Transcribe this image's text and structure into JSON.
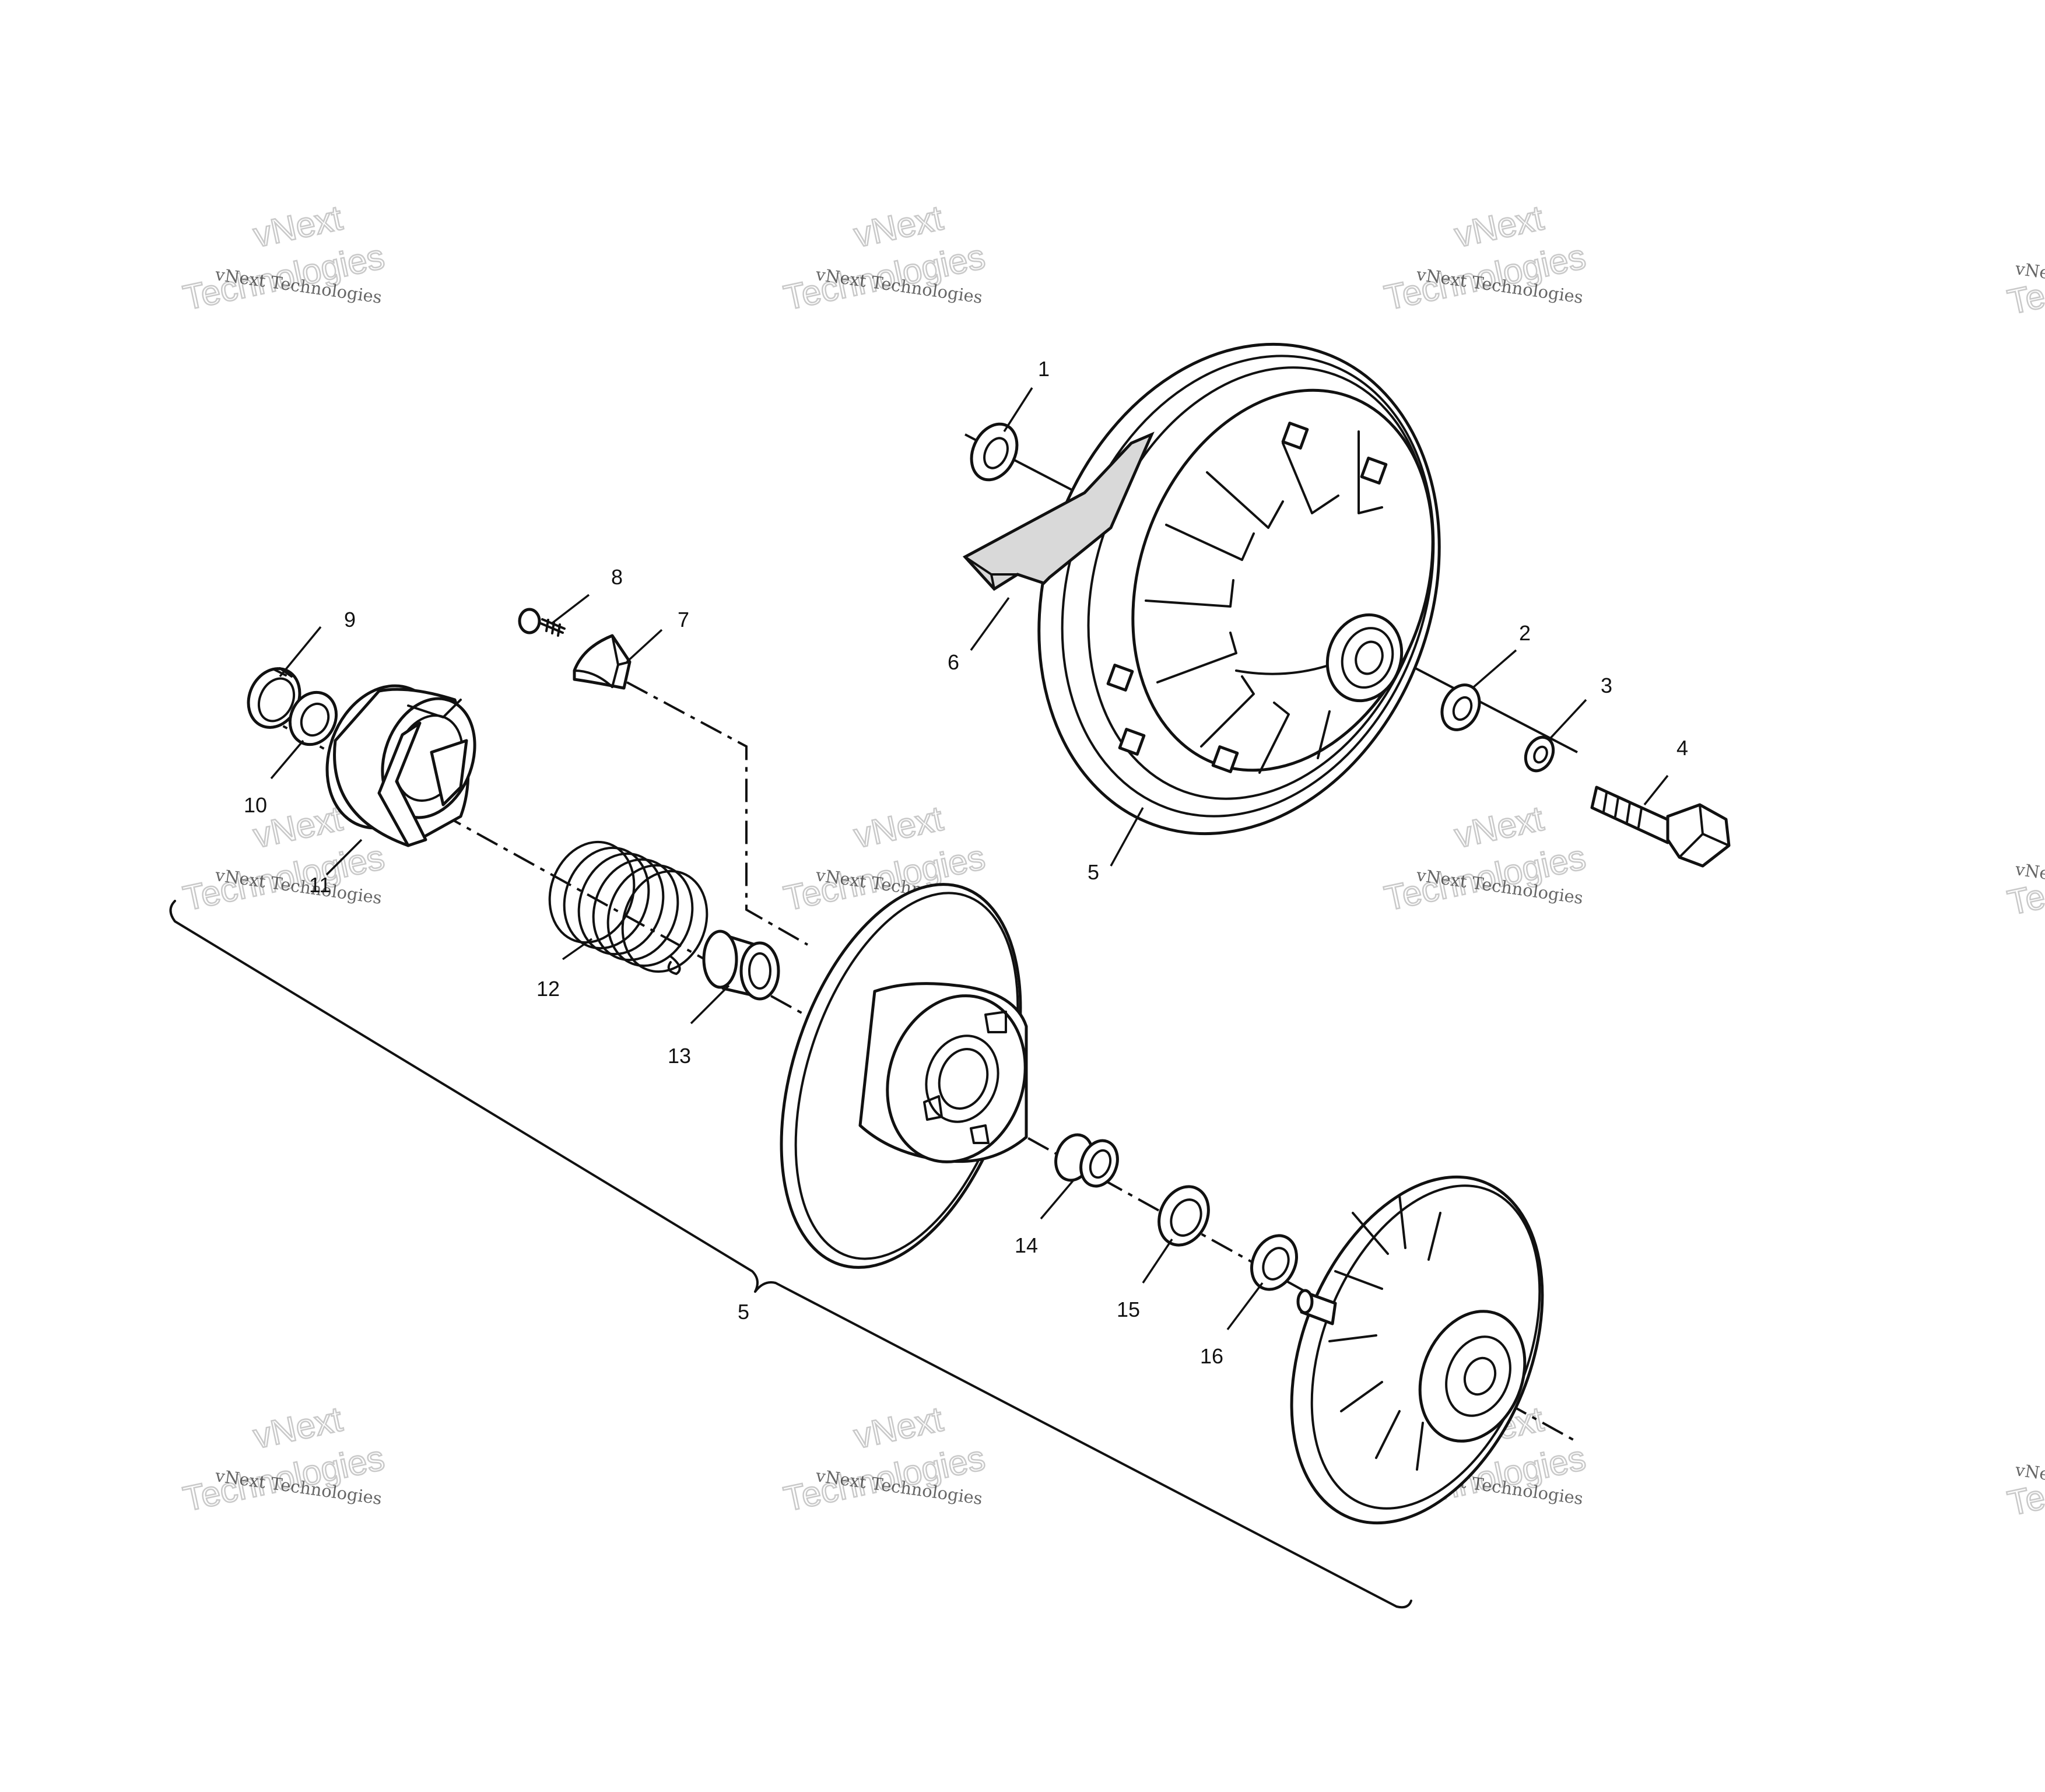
{
  "diagram": {
    "callouts": [
      {
        "id": "1",
        "label": "1"
      },
      {
        "id": "2",
        "label": "2"
      },
      {
        "id": "3",
        "label": "3"
      },
      {
        "id": "4",
        "label": "4"
      },
      {
        "id": "5a",
        "label": "5"
      },
      {
        "id": "6",
        "label": "6"
      },
      {
        "id": "7",
        "label": "7"
      },
      {
        "id": "8",
        "label": "8"
      },
      {
        "id": "9",
        "label": "9"
      },
      {
        "id": "10",
        "label": "10"
      },
      {
        "id": "11",
        "label": "11"
      },
      {
        "id": "12",
        "label": "12"
      },
      {
        "id": "13",
        "label": "13"
      },
      {
        "id": "14",
        "label": "14"
      },
      {
        "id": "15",
        "label": "15"
      },
      {
        "id": "16",
        "label": "16"
      },
      {
        "id": "5b",
        "label": "5"
      }
    ]
  },
  "watermark": {
    "small": "vNext Technologies",
    "big_line1": "vNext",
    "big_line2": "Technologies"
  }
}
